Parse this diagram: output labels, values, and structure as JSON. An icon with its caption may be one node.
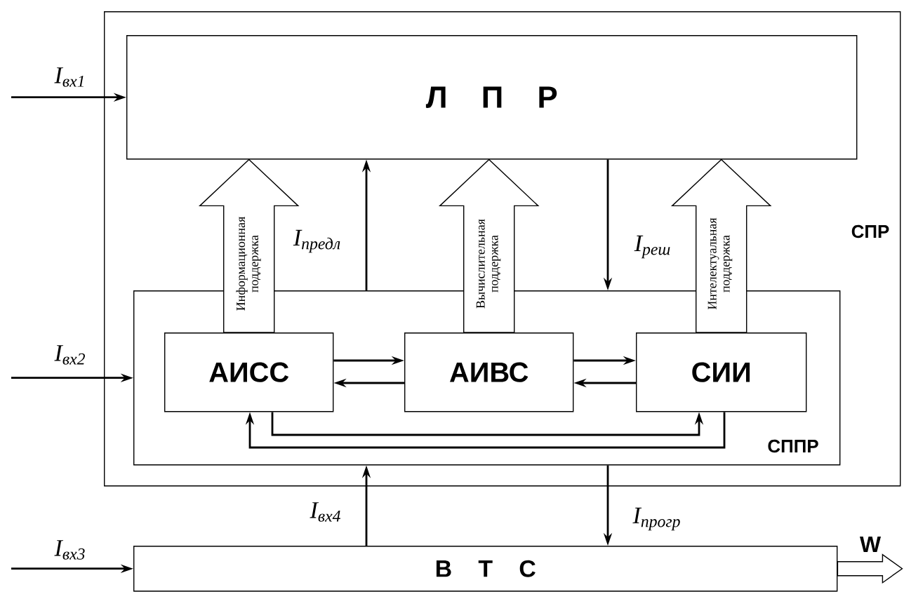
{
  "diagram": {
    "nodes": [
      {
        "text": [
          "СПР"
        ]
      },
      {
        "text": [
          "Л П Р"
        ],
        "in": 0
      },
      {
        "text": [
          "СППР"
        ],
        "in": 0
      },
      {
        "text": [
          "АИСС"
        ],
        "in": 2
      },
      {
        "text": [
          "АИВС"
        ],
        "in": 2
      },
      {
        "text": [
          "СИИ"
        ],
        "in": 2
      },
      {
        "text": [
          "В Т С"
        ]
      }
    ],
    "edges": [
      {
        "from": null,
        "to": 1,
        "arrow": "to",
        "label": "I$_{вх1}$"
      },
      {
        "from": 2,
        "to": 1,
        "arrow": "to",
        "label": "I$_{предл}$"
      },
      {
        "from": 1,
        "to": 2,
        "arrow": "to",
        "label": "I$_{реш}$"
      },
      {
        "from": 3,
        "to": 1,
        "arrow": "to",
        "style": "thick",
        "label": "Информационная поддержка"
      },
      {
        "from": 4,
        "to": 1,
        "arrow": "to",
        "style": "thick",
        "label": "Вычислительная поддержка"
      },
      {
        "from": 5,
        "to": 1,
        "arrow": "to",
        "style": "thick",
        "label": "Интелектуальная поддержка"
      },
      {
        "from": null,
        "to": 2,
        "arrow": "to",
        "label": "I$_{вх2}$"
      },
      {
        "from": 3,
        "to": 4,
        "arrow": "to"
      },
      {
        "from": 4,
        "to": 3,
        "arrow": "to"
      },
      {
        "from": 4,
        "to": 5,
        "arrow": "to"
      },
      {
        "from": 5,
        "to": 4,
        "arrow": "to"
      },
      {
        "from": 3,
        "to": 5,
        "arrow": "to"
      },
      {
        "from": 5,
        "to": 3,
        "arrow": "to"
      },
      {
        "from": 6,
        "to": 2,
        "arrow": "to",
        "label": "I$_{вх4}$"
      },
      {
        "from": 2,
        "to": 6,
        "arrow": "to",
        "label": "I$_{прогр}$"
      },
      {
        "from": null,
        "to": 6,
        "arrow": "to",
        "label": "I$_{вх3}$"
      },
      {
        "from": 6,
        "to": null,
        "arrow": "to",
        "style": "thick",
        "label": "W"
      }
    ]
  }
}
